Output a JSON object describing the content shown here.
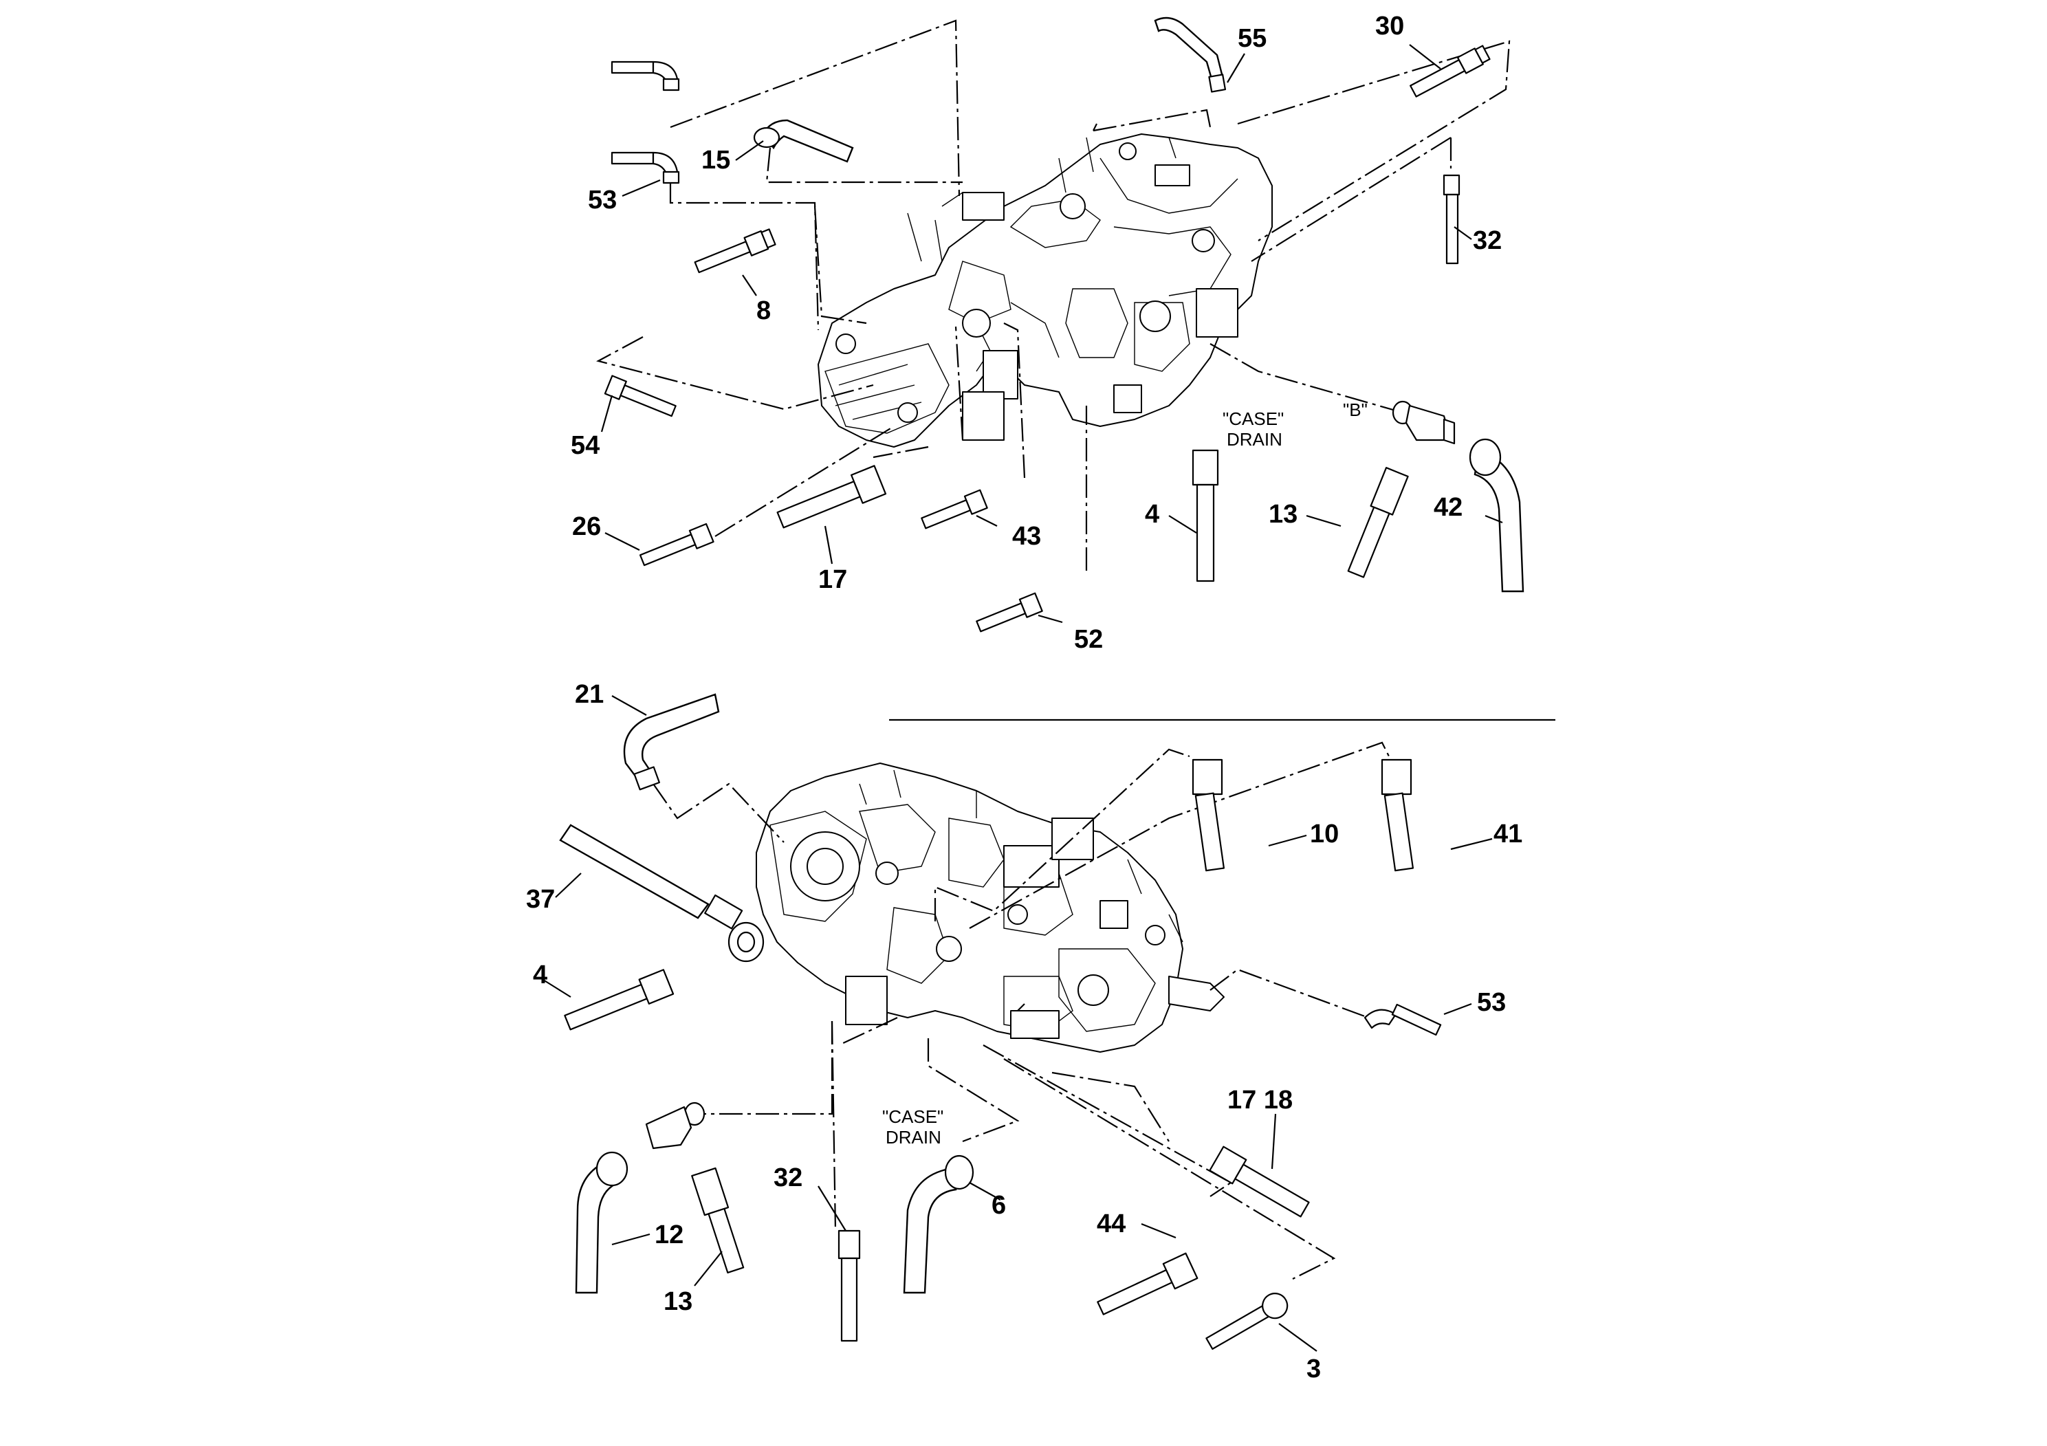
{
  "top_assembly": {
    "labels": {
      "l55": "55",
      "l30": "30",
      "l15": "15",
      "l53": "53",
      "l32": "32",
      "l8": "8",
      "l54": "54",
      "l26": "26",
      "l17": "17",
      "l43": "43",
      "l52": "52",
      "l4": "4",
      "l13": "13",
      "l42": "42"
    },
    "notes": {
      "case": "\"CASE\"",
      "drain": "DRAIN",
      "port_b": "\"B\""
    }
  },
  "bottom_assembly": {
    "labels": {
      "l21": "21",
      "l37": "37",
      "l4": "4",
      "l10": "10",
      "l41": "41",
      "l53": "53",
      "l1718": "17 18",
      "l32": "32",
      "l6": "6",
      "l12": "12",
      "l13": "13",
      "l44": "44",
      "l3": "3"
    },
    "notes": {
      "case": "\"CASE\"",
      "drain": "DRAIN"
    }
  }
}
